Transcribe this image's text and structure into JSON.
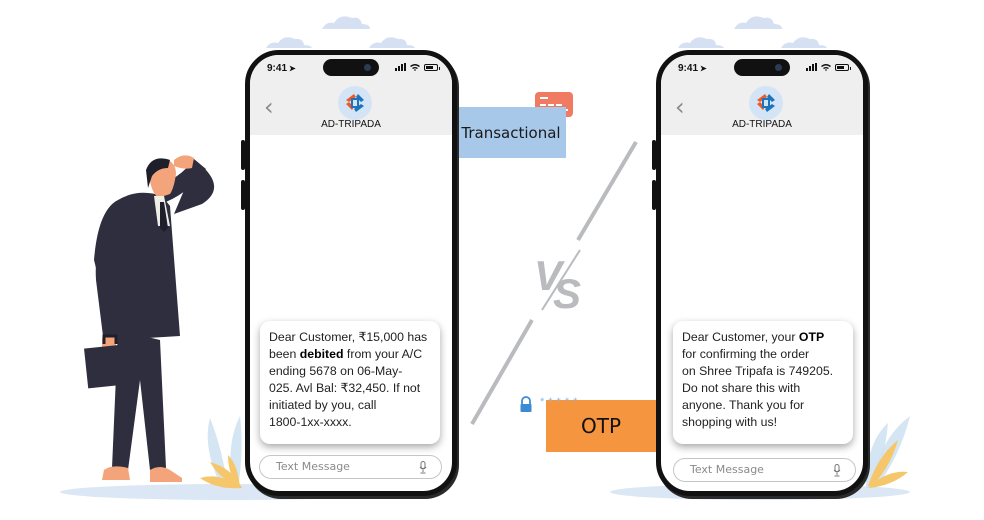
{
  "left_phone": {
    "status_time": "9:41",
    "sender_name": "AD-TRIPADA",
    "message": {
      "line1": "Dear Customer, ₹15,000 has",
      "line2_pre": "been ",
      "line2_bold": "debited",
      "line2_post": " from your A/C",
      "line3": "ending 5678 on 06-May-",
      "line4": "025. Avl Bal: ₹32,450. If not",
      "line5": "initiated by you, call",
      "line6": "1800-1xx-xxxx."
    },
    "input_placeholder": "Text Message"
  },
  "right_phone": {
    "status_time": "9:41",
    "sender_name": "AD-TRIPADA",
    "message": {
      "line1_pre": "Dear Customer, your ",
      "line1_bold": "OTP",
      "line2": "for confirming the order",
      "line3": "on Shree Tripafa is 749205.",
      "line4": "Do not share this with",
      "line5": "anyone. Thank you for",
      "line6": "shopping with us!"
    },
    "input_placeholder": "Text Message"
  },
  "labels": {
    "transactional": "Transactional",
    "otp": "OTP",
    "vs": "VS",
    "masked_stars": "*****"
  },
  "icons": {
    "card": "credit-card-icon",
    "lock": "lock-icon",
    "back": "chevron-left-icon",
    "mic": "microphone-icon",
    "logo": "tripada-logo"
  },
  "colors": {
    "transactional_bg": "#a8c8ea",
    "otp_bg": "#f5953f",
    "card_icon": "#f07a62",
    "lock_icon": "#3a8bd4",
    "suit": "#2f2e3e",
    "vs_gray": "#b9bbbe",
    "cloud": "#d5e1f2",
    "logo_orange": "#f05a28",
    "logo_blue": "#1c75bc"
  }
}
